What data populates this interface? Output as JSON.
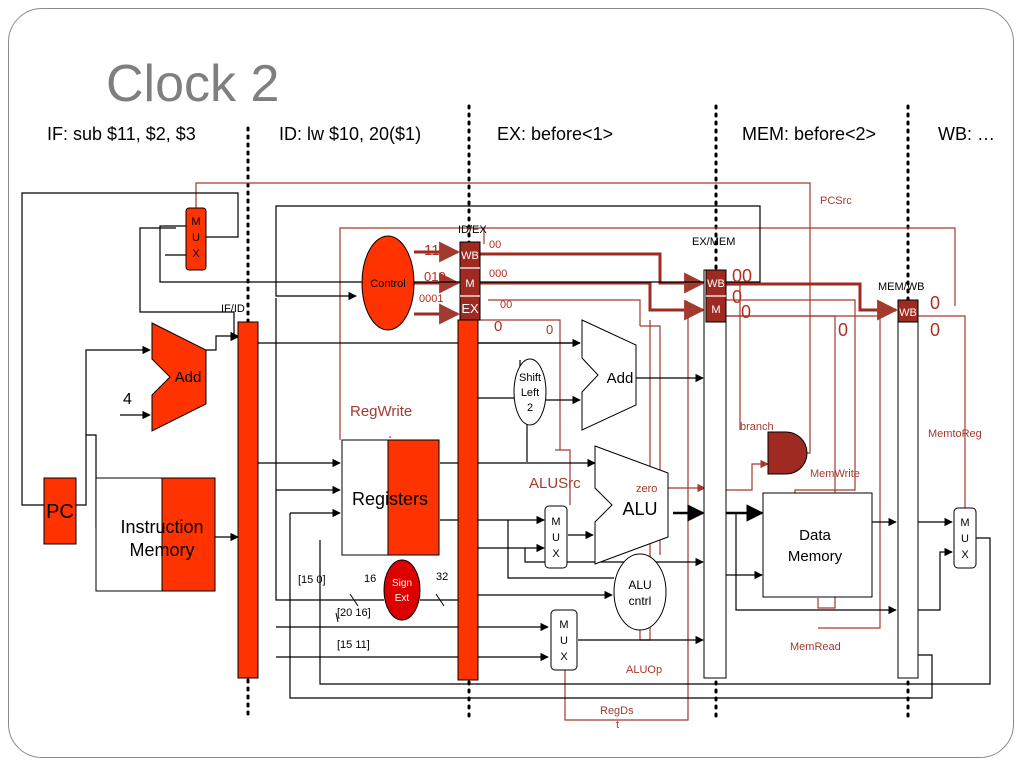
{
  "title": "Clock 2",
  "stages": {
    "if": "IF: sub $11, $2, $3",
    "id": "ID: lw $10, 20($1)",
    "ex": "EX: before<1>",
    "mem": "MEM: before<2>",
    "wb": "WB: …"
  },
  "colors": {
    "accent": "#ff3300",
    "dark_red": "#9e2a22",
    "wire_red": "#a33a2f",
    "title_gray": "#7f7f7f"
  },
  "labels": {
    "pc": "PC",
    "instruction_memory_l1": "Instruction",
    "instruction_memory_l2": "Memory",
    "registers": "Registers",
    "data_memory_l1": "Data",
    "data_memory_l2": "Memory",
    "control": "Control",
    "add_pc": "Add",
    "add_branch": "Add",
    "alu": "ALU",
    "alu_cntrl_l1": "ALU",
    "alu_cntrl_l2": "cntrl",
    "shift_l1": "Shift",
    "shift_l2": "Left",
    "shift_l3": "2",
    "sign_ext_l1": "Sign",
    "sign_ext_l2": "Ext",
    "mux_m": "M",
    "mux_u": "U",
    "mux_x": "X",
    "four": "4",
    "zero": "zero",
    "if_id": "IF/ID",
    "id_ex": "ID/EX",
    "ex_mem": "EX/MEM",
    "mem_wb": "MEM/WB",
    "wb": "WB",
    "m": "M",
    "ex": "EX",
    "pcsrc": "PCSrc",
    "regwrite": "RegWrite",
    "alusrc": "ALUSrc",
    "branch": "branch",
    "memwrite": "MemWrite",
    "memtoreg": "MemtoReg",
    "memread": "MemRead",
    "aluop": "ALUOp",
    "regdst_l1": "RegDs",
    "regdst_l2": "t",
    "bits_15_0": "[15   0]",
    "bits_16": "16",
    "bits_32": "32",
    "bits_20_16": "[20  16]",
    "bits_15_11": "[15  11]"
  },
  "control_values": {
    "wb_in": "11",
    "m_in": "010",
    "ex_in": "0001",
    "idex_wb": "00",
    "idex_m": "000",
    "idex_ex": "00",
    "idex_zero": "0",
    "alusrc_val": "0",
    "exmem_wb": "00",
    "exmem_m_a": "0",
    "exmem_m_b": "0",
    "branch_out": "0",
    "memwb_a": "0",
    "memwb_b": "0"
  }
}
